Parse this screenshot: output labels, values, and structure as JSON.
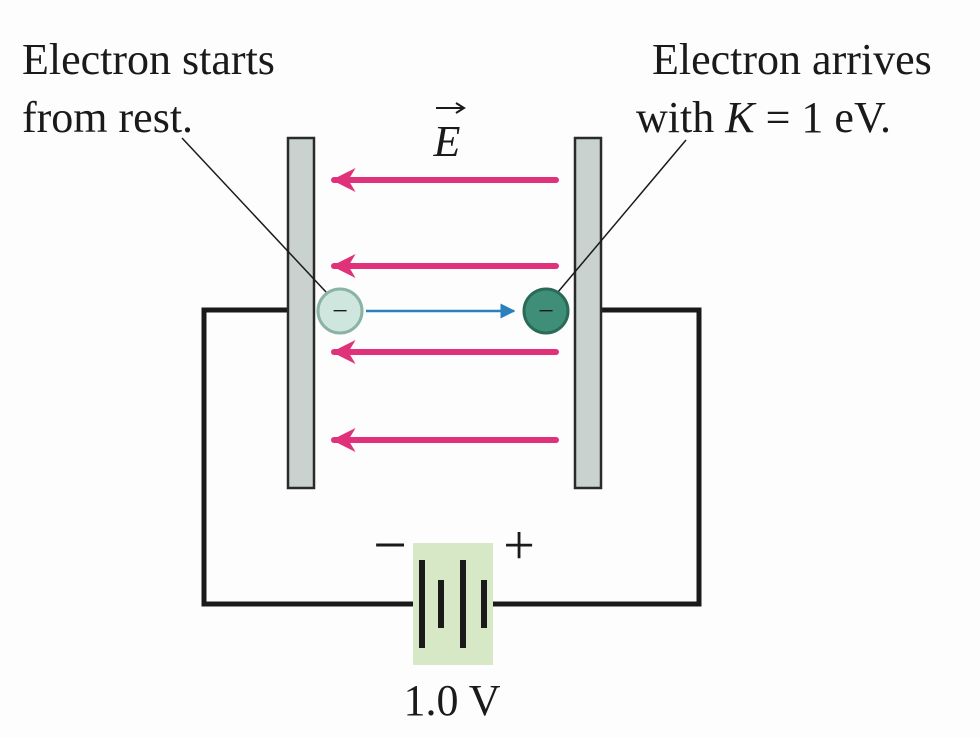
{
  "labels": {
    "left_line1": "Electron starts",
    "left_line2": "from rest.",
    "right_line1": "Electron arrives",
    "right_line2_prefix": "with ",
    "right_line2_var": "K",
    "right_line2_suffix": " = 1 eV.",
    "field_symbol": "E",
    "voltage": "1.0 V",
    "minus_sign": "−",
    "plus_sign": "+",
    "electron_charge": "−"
  },
  "colors": {
    "field_arrow": "#e0327a",
    "plate_fill": "#c9d2cf",
    "plate_stroke": "#2a2a2a",
    "wire": "#1a1a1a",
    "electron_start_fill": "#cfe6de",
    "electron_start_stroke": "#8bb3a5",
    "electron_end_fill": "#3f8f78",
    "electron_end_stroke": "#2b6a57",
    "motion_arrow": "#2a7fbf",
    "battery_bg": "#d6e8c6"
  },
  "icons": {
    "field_arrows": "arrow-left-icon",
    "motion_arrow": "arrow-right-icon",
    "battery": "battery-icon"
  }
}
